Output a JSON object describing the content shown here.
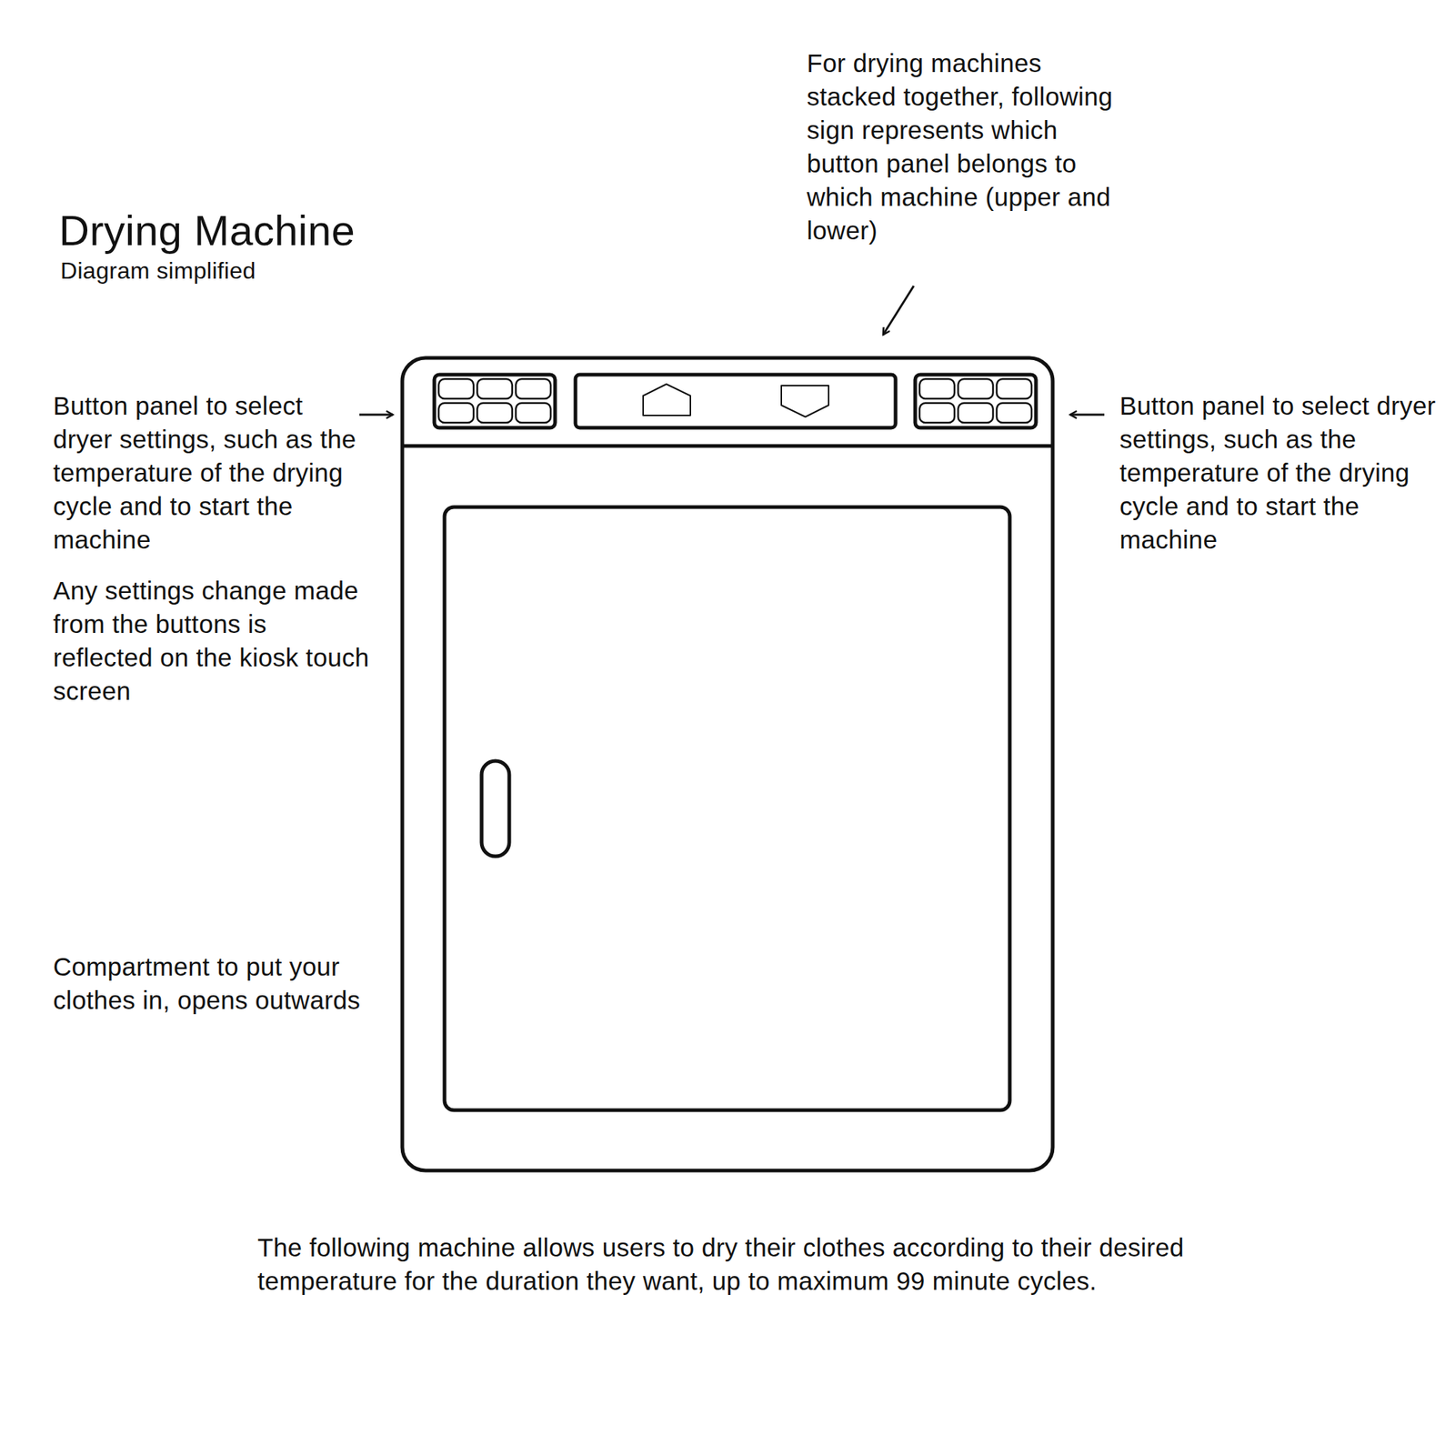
{
  "diagram": {
    "title": "Drying Machine",
    "caption": "The following machine allows users to dry their clothes according to their desired temperature for the duration they want, up to maximum 99 minute cycles.",
    "labels": [
      "Diagram simplified",
      "For drying machines stacked together, following sign represents which button panel belongs to which machine (upper and lower)",
      "Button panel to select dryer settings, such as the temperature of the drying cycle and to start the machine",
      "Any settings change made from the buttons is reflected on the kiosk touch screen",
      "Compartment to put your clothes in, opens outwards",
      "Button panel to select dryer settings, such as the temperature of the drying cycle and to start the machine"
    ]
  }
}
